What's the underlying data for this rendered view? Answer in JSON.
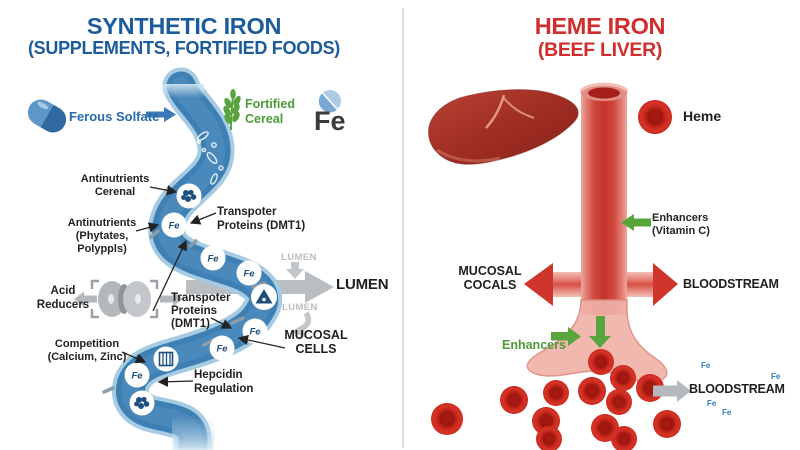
{
  "colors": {
    "left_accent": "#1d5c9b",
    "right_accent": "#cf2e2c",
    "green": "#4e9b3a",
    "stream_blue": "#3f80b4",
    "tube_red": "#c5332b",
    "gray_arrow": "#b9bec2",
    "fe_blue": "#2d7cc0",
    "dark_text": "#222222"
  },
  "icons": {
    "capsule": "blue-capsule-pill",
    "wheat": "wheat-stalk",
    "fe_tablet": "iron-tablet",
    "antinutrient_blob": "microbe-clump",
    "warning_triangle": "blocked-absorption-triangle",
    "barrier_grid": "barrier-grid",
    "acid_pills": "antacid-tablets",
    "liver": "beef-liver",
    "vessel": "blood-vessel",
    "rbc": "red-blood-cell"
  },
  "left": {
    "title": "SYNTHETIC IRON",
    "subtitle": "(SUPPLEMENTS, FORTIFIED FOODS)",
    "ferous_solfate_label": "Ferous Solfate",
    "fortified_cereal_label": "Fortified\nCereal",
    "fe_symbol": "Fe",
    "stream_fe": "Fe",
    "antinutrients_cereal": "Antinutrients\nCerenal",
    "antinutrients_phytates": "Antinutrients\n(Phytates,\nPolyppls)",
    "transporter_top": "Transpoter\nProteins (DMT1)",
    "acid_reducers": "Acid\nReducers",
    "transporter_mid": "Transpoter\nProteins\n(DMT1)",
    "competition": "Competition\n(Calcium, Zinc)",
    "hepcidin": "Hepcidin\nRegulation",
    "lumen_top": "LUMEN",
    "lumen_main": "LUMEN",
    "lumen_bottom": "LUMEN",
    "mucosal_cells": "MUCOSAL\nCELLS"
  },
  "right": {
    "title": "HEME IRON",
    "subtitle": "(BEEF LIVER)",
    "heme_label": "Heme",
    "enhancers_vitamin_c": "Enhancers\n(Vitamin C)",
    "mucosal_cocals": "MUCOSAL\nCOCALS",
    "bloodstream_upper": "BLOODSTREAM",
    "enhancers": "Enhancers",
    "bloodstream_lower": "BLOODSTREAM",
    "fe_particles": [
      "Fe",
      "Fe",
      "Fe",
      "Fe"
    ]
  }
}
